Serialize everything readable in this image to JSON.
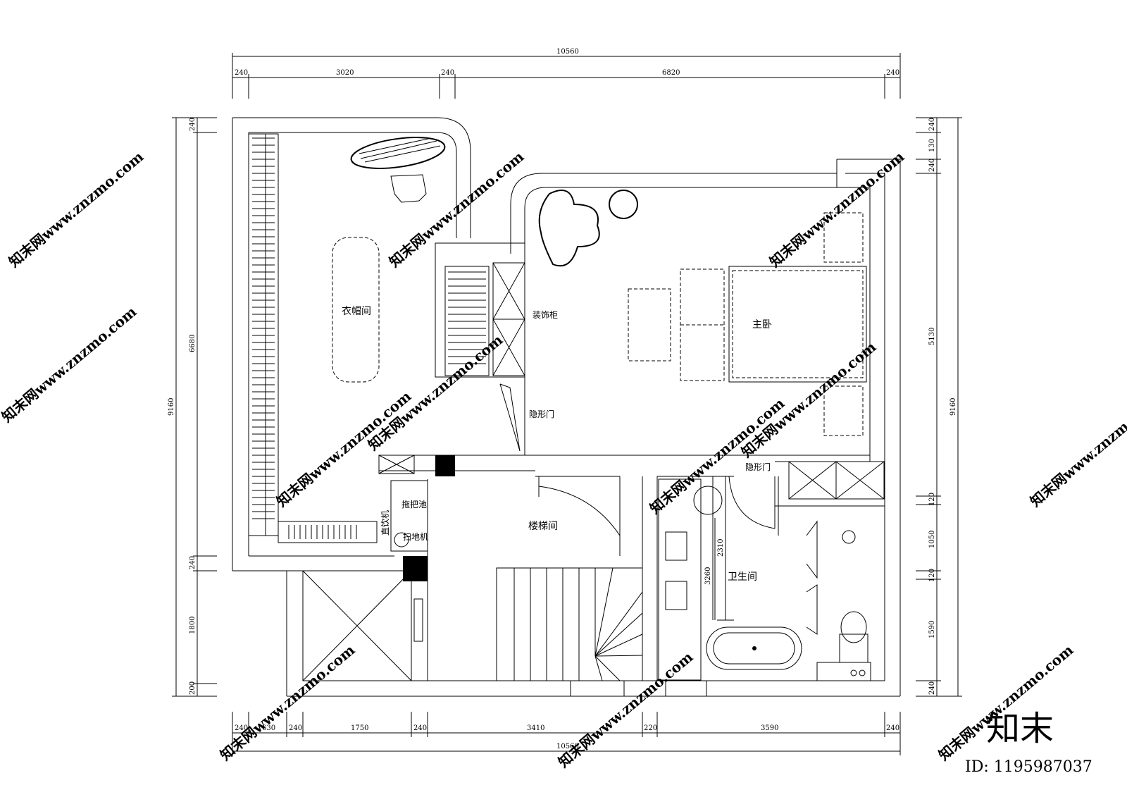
{
  "plan": {
    "dims_top": {
      "total": "10560",
      "segments": [
        "240",
        "3020",
        "240",
        "6820",
        "240"
      ]
    },
    "dims_bottom": {
      "total": "10560",
      "segments": [
        "240",
        "630",
        "240",
        "1750",
        "240",
        "3410",
        "220",
        "3590",
        "240"
      ]
    },
    "dims_left": {
      "total": "9160",
      "segments": [
        "240",
        "6680",
        "240",
        "1800",
        "200"
      ]
    },
    "dims_right": {
      "total": "9160",
      "segments": [
        "240",
        "130",
        "240",
        "5130",
        "120",
        "1050",
        "120",
        "1590",
        "240"
      ]
    },
    "dims_inner": {
      "bath_a": "2310",
      "bath_b": "3260"
    },
    "rooms": {
      "cloakroom": "衣帽间",
      "decor_cabinet": "装饰柜",
      "hidden_door_1": "隐形门",
      "master_bedroom": "主卧",
      "hidden_door_2": "隐形门",
      "stairwell": "楼梯间",
      "bathroom": "卫生间",
      "mop_sink": "拖把池",
      "water_dispenser": "直饮机",
      "robot_vacuum": "扫地机"
    }
  },
  "watermark": {
    "text": "知末网www.znzmo.com",
    "logo": "知末",
    "id": "ID: 1195987037"
  }
}
